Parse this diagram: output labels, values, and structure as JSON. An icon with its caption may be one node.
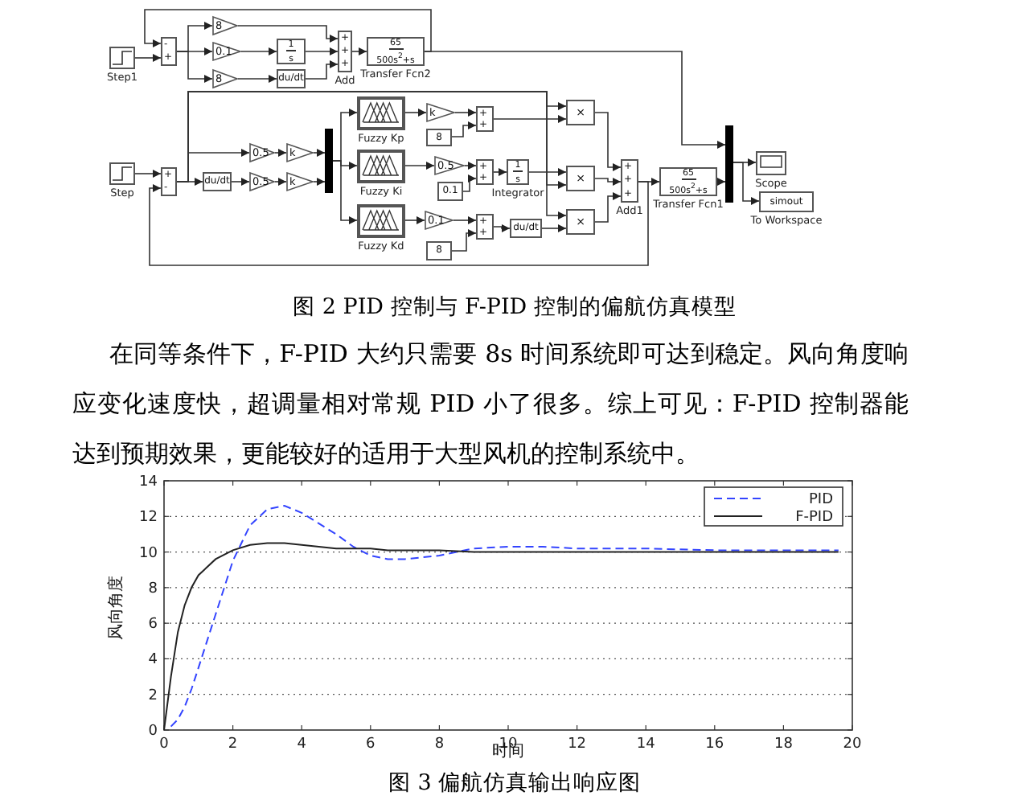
{
  "diagram": {
    "nodes": [
      {
        "text": [
          "Step1"
        ]
      },
      {
        "text": [
          "-",
          "+"
        ]
      },
      {
        "text": [
          "8"
        ]
      },
      {
        "text": [
          "0.1"
        ]
      },
      {
        "text": [
          "8"
        ]
      },
      {
        "text": [
          "1",
          "s"
        ]
      },
      {
        "text": [
          "du/dt"
        ]
      },
      {
        "text": [
          "+",
          "+",
          "+",
          "Add"
        ]
      },
      {
        "text": [
          "65",
          "500s$^{2}$+s",
          "Transfer Fcn2"
        ]
      },
      {
        "text": [
          "Step"
        ]
      },
      {
        "text": [
          "+",
          "-"
        ]
      },
      {
        "text": [
          "0.5"
        ]
      },
      {
        "text": [
          "k"
        ]
      },
      {
        "text": [
          "du/dt"
        ]
      },
      {
        "text": [
          "0.5"
        ]
      },
      {
        "text": [
          "k"
        ]
      },
      {
        "text": [],
        "shape": "bar"
      },
      {
        "text": [
          "Fuzzy Kp"
        ]
      },
      {
        "text": [
          "k"
        ]
      },
      {
        "text": [
          "8"
        ]
      },
      {
        "text": [
          "+",
          "+"
        ]
      },
      {
        "text": [
          "Fuzzy Ki"
        ]
      },
      {
        "text": [
          "0.5"
        ]
      },
      {
        "text": [
          "0.1"
        ]
      },
      {
        "text": [
          "+",
          "+"
        ]
      },
      {
        "text": [
          "1",
          "s",
          "Integrator"
        ]
      },
      {
        "text": [
          "Fuzzy Kd"
        ]
      },
      {
        "text": [
          "0.1"
        ]
      },
      {
        "text": [
          "8"
        ]
      },
      {
        "text": [
          "+",
          "+"
        ]
      },
      {
        "text": [
          "du/dt"
        ]
      },
      {
        "text": [
          "×"
        ]
      },
      {
        "text": [
          "×"
        ]
      },
      {
        "text": [
          "×"
        ]
      },
      {
        "text": [
          "+",
          "+",
          "+",
          "Add1"
        ]
      },
      {
        "text": [
          "65",
          "500s$^{2}$+s",
          "Transfer Fcn1"
        ]
      },
      {
        "text": [],
        "shape": "bar"
      },
      {
        "text": [
          "Scope"
        ]
      },
      {
        "text": [
          "simout",
          "To Workspace"
        ]
      }
    ],
    "edges": [
      {
        "from": 0,
        "to": 1,
        "arrow": "to"
      },
      {
        "from": 1,
        "to": 2,
        "arrow": "to"
      },
      {
        "from": 1,
        "to": 3,
        "arrow": "to"
      },
      {
        "from": 1,
        "to": 4,
        "arrow": "to"
      },
      {
        "from": 2,
        "to": 7,
        "arrow": "to"
      },
      {
        "from": 3,
        "to": 5,
        "arrow": "to"
      },
      {
        "from": 5,
        "to": 7,
        "arrow": "to"
      },
      {
        "from": 4,
        "to": 6,
        "arrow": "to"
      },
      {
        "from": 6,
        "to": 7,
        "arrow": "to"
      },
      {
        "from": 7,
        "to": 8,
        "arrow": "to"
      },
      {
        "from": 8,
        "to": 1,
        "arrow": "to"
      },
      {
        "from": 8,
        "to": 36,
        "arrow": "to"
      },
      {
        "from": 9,
        "to": 10,
        "arrow": "to"
      },
      {
        "from": 10,
        "to": 11,
        "arrow": "to"
      },
      {
        "from": 10,
        "to": 13,
        "arrow": "to"
      },
      {
        "from": 11,
        "to": 12,
        "arrow": "to"
      },
      {
        "from": 13,
        "to": 14,
        "arrow": "to"
      },
      {
        "from": 14,
        "to": 15,
        "arrow": "to"
      },
      {
        "from": 12,
        "to": 16,
        "arrow": "to"
      },
      {
        "from": 15,
        "to": 16,
        "arrow": "to"
      },
      {
        "from": 16,
        "to": 17,
        "arrow": "to"
      },
      {
        "from": 16,
        "to": 21,
        "arrow": "to"
      },
      {
        "from": 16,
        "to": 26,
        "arrow": "to"
      },
      {
        "from": 17,
        "to": 18,
        "arrow": "to"
      },
      {
        "from": 18,
        "to": 20,
        "arrow": "to"
      },
      {
        "from": 19,
        "to": 20,
        "arrow": "to"
      },
      {
        "from": 21,
        "to": 22,
        "arrow": "to"
      },
      {
        "from": 22,
        "to": 24,
        "arrow": "to"
      },
      {
        "from": 23,
        "to": 24,
        "arrow": "to"
      },
      {
        "from": 24,
        "to": 25,
        "arrow": "to"
      },
      {
        "from": 26,
        "to": 27,
        "arrow": "to"
      },
      {
        "from": 27,
        "to": 29,
        "arrow": "to"
      },
      {
        "from": 28,
        "to": 29,
        "arrow": "to"
      },
      {
        "from": 29,
        "to": 30,
        "arrow": "to"
      },
      {
        "from": 10,
        "to": 31,
        "arrow": "to"
      },
      {
        "from": 10,
        "to": 32,
        "arrow": "to"
      },
      {
        "from": 10,
        "to": 33,
        "arrow": "to"
      },
      {
        "from": 20,
        "to": 31,
        "arrow": "to"
      },
      {
        "from": 25,
        "to": 32,
        "arrow": "to"
      },
      {
        "from": 30,
        "to": 33,
        "arrow": "to"
      },
      {
        "from": 31,
        "to": 34,
        "arrow": "to"
      },
      {
        "from": 32,
        "to": 34,
        "arrow": "to"
      },
      {
        "from": 33,
        "to": 34,
        "arrow": "to"
      },
      {
        "from": 34,
        "to": 35,
        "arrow": "to"
      },
      {
        "from": 34,
        "to": 10,
        "arrow": "to"
      },
      {
        "from": 35,
        "to": 36,
        "arrow": "to"
      },
      {
        "from": 36,
        "to": 37,
        "arrow": "to"
      },
      {
        "from": 36,
        "to": 38,
        "arrow": "to"
      }
    ],
    "labels": [
      "图 2 PID 控制与 F-PID 控制的偏航仿真模型",
      "在同等条件下，F-PID 大约只需要 8s 时间系统即可达到稳定。风向角度响应变化速度快，超调量相对常规 PID 小了很多。综上可见：F-PID 控制器能达到预期效果，更能较好的适用于大型风机的控制系统中。",
      "图 3 偏航仿真输出响应图"
    ],
    "chart_data": {
      "type": "line",
      "xlabel": "时间",
      "ylabel": "风向角度",
      "x": [
        0,
        0.2,
        0.4,
        0.6,
        0.8,
        1,
        1.5,
        2,
        2.5,
        3,
        3.5,
        4,
        5,
        5.5,
        6,
        6.5,
        7,
        8,
        9,
        10,
        11,
        12,
        14,
        16,
        18,
        19.6
      ],
      "series": [
        {
          "name": "PID",
          "color": "#3344ff",
          "line_style": "dashed",
          "values": [
            null,
            0.2,
            0.6,
            1.3,
            2.3,
            3.5,
            6.5,
            9.5,
            11.5,
            12.4,
            12.6,
            12.2,
            11,
            10.3,
            9.8,
            9.6,
            9.6,
            9.8,
            10.2,
            10.3,
            10.3,
            10.2,
            10.2,
            10.1,
            10.1,
            10.1
          ]
        },
        {
          "name": "F-PID",
          "color": "#222222",
          "line_style": "solid",
          "values": [
            0,
            3,
            5.5,
            7,
            8,
            8.7,
            9.6,
            10.1,
            10.4,
            10.5,
            10.5,
            10.4,
            10.2,
            10.2,
            10.2,
            10.1,
            10.1,
            10.1,
            10,
            10,
            10,
            10,
            10,
            10,
            10,
            10
          ]
        }
      ],
      "xlim": [
        0,
        20
      ],
      "ylim": [
        0,
        14
      ],
      "xticks": [
        0,
        2,
        4,
        6,
        8,
        10,
        12,
        14,
        16,
        18,
        20
      ],
      "yticks": [
        0,
        2,
        4,
        6,
        8,
        10,
        12,
        14
      ],
      "grid": true
    }
  }
}
